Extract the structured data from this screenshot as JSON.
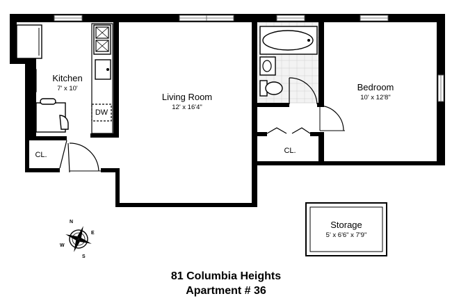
{
  "rooms": {
    "kitchen": {
      "name": "Kitchen",
      "dims": "7' x 10'"
    },
    "living_room": {
      "name": "Living Room",
      "dims": "12' x 16'4\""
    },
    "bedroom": {
      "name": "Bedroom",
      "dims": "10' x 12'8\""
    },
    "storage": {
      "name": "Storage",
      "dims": "5' x 6'6\" x 7'9\""
    },
    "closet_left": {
      "name": "CL."
    },
    "closet_mid": {
      "name": "CL."
    }
  },
  "appliances": {
    "dishwasher": "DW"
  },
  "compass": {
    "n": "N",
    "e": "E",
    "s": "S",
    "w": "W"
  },
  "footer": {
    "address": "81 Columbia Heights",
    "apartment": "Apartment # 36"
  }
}
